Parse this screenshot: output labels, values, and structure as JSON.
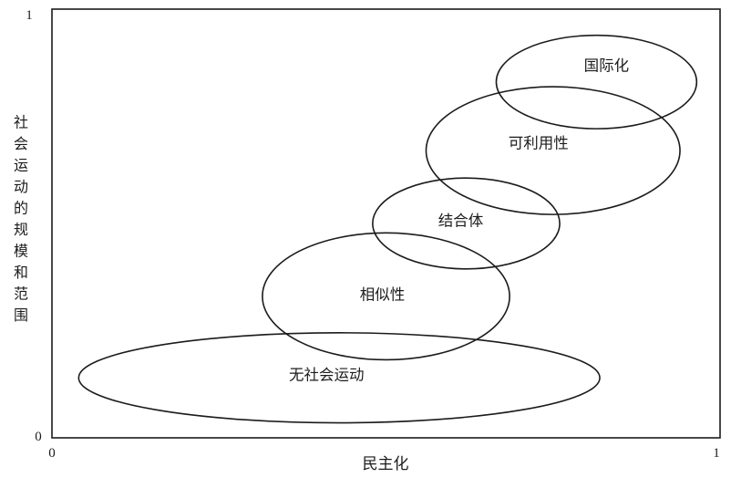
{
  "figure": {
    "background": "#ffffff",
    "stroke_color": "#1b1b1b",
    "stroke_width": 1.6
  },
  "chart_data": {
    "type": "ellipse-diagram",
    "title": "",
    "xlabel": "民主化",
    "ylabel": "社会运动的规模和范围",
    "xlim": [
      0,
      1
    ],
    "ylim": [
      0,
      1
    ],
    "x_ticks": [
      "0",
      "1"
    ],
    "y_ticks": [
      "0",
      "1"
    ],
    "grid": false,
    "legend": false,
    "ellipses": [
      {
        "name": "no-social-movement",
        "label": "无社会运动",
        "cx": 0.43,
        "cy": 0.14,
        "rx": 0.39,
        "ry": 0.105,
        "label_dx": -14,
        "label_dy": -3
      },
      {
        "name": "similarity",
        "label": "相似性",
        "cx": 0.5,
        "cy": 0.33,
        "rx": 0.185,
        "ry": 0.148,
        "label_dx": -4,
        "label_dy": -2
      },
      {
        "name": "coalition",
        "label": "结合体",
        "cx": 0.62,
        "cy": 0.5,
        "rx": 0.14,
        "ry": 0.106,
        "label_dx": -6,
        "label_dy": -3
      },
      {
        "name": "availability",
        "label": "可利用性",
        "cx": 0.75,
        "cy": 0.67,
        "rx": 0.19,
        "ry": 0.149,
        "label_dx": -16,
        "label_dy": -8
      },
      {
        "name": "internationalization",
        "label": "国际化",
        "cx": 0.815,
        "cy": 0.83,
        "rx": 0.15,
        "ry": 0.109,
        "label_dx": 11,
        "label_dy": -18
      }
    ]
  }
}
